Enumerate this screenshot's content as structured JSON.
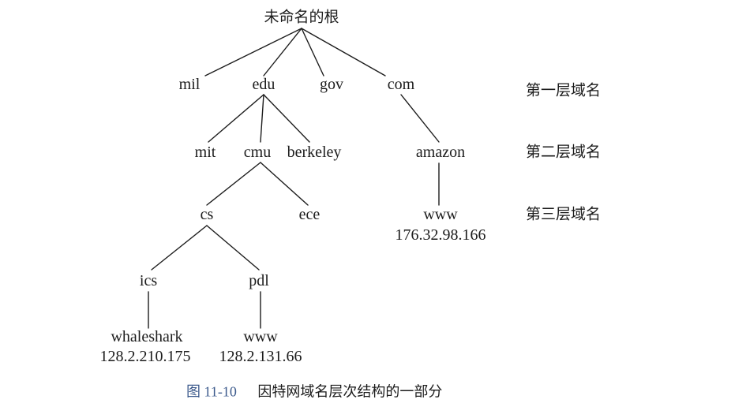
{
  "root": "未命名的根",
  "tld": {
    "mil": "mil",
    "edu": "edu",
    "gov": "gov",
    "com": "com"
  },
  "second": {
    "mit": "mit",
    "cmu": "cmu",
    "berkeley": "berkeley",
    "amazon": "amazon"
  },
  "third": {
    "cs": "cs",
    "ece": "ece",
    "amazon_www": "www",
    "amazon_ip": "176.32.98.166"
  },
  "fourth": {
    "ics": "ics",
    "pdl": "pdl"
  },
  "hosts": {
    "whaleshark": "whaleshark",
    "whaleshark_ip": "128.2.210.175",
    "pdl_www": "www",
    "pdl_ip": "128.2.131.66"
  },
  "levels": {
    "first": "第一层域名",
    "second": "第二层域名",
    "third": "第三层域名"
  },
  "caption": {
    "figure_word": "图",
    "figure_number": "11-10",
    "title": "因特网域名层次结构的一部分"
  },
  "style": {
    "line_color": "#1c1c1c",
    "caption_color": "#3c5a8c"
  }
}
